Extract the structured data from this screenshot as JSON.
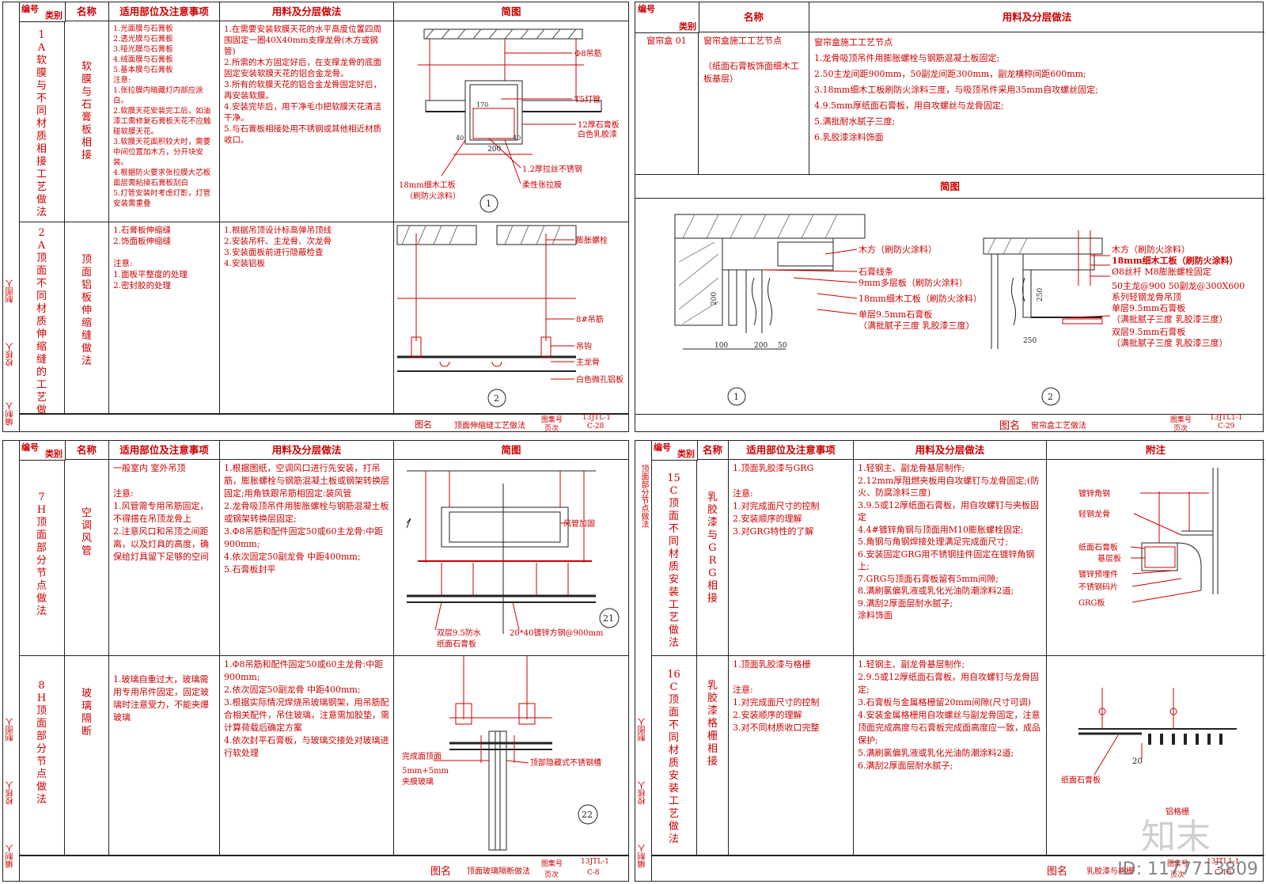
{
  "headers": {
    "num_top": "编号",
    "num_bottom": "类别",
    "name": "名称",
    "scope": "适用部位及注意事项",
    "method": "用料及分层做法",
    "sketch": "简图",
    "appendix": "附注"
  },
  "strip_labels": [
    "制图人",
    "校核人",
    "编制人"
  ],
  "p1": {
    "r1": {
      "num": "1A软膜与不同材质相接工艺做法",
      "name": "软膜与石膏板相接",
      "scope": "1.光面膜与石膏板\n2.透光膜与石膏板\n3.哑光膜与石膏板\n4.绒面膜与石膏板\n5.基本膜与石膏板\n注意:\n1.张拉膜内暗藏灯内部应涂白。\n2.软膜天花安装完工后，如油漆工需修复石膏板天花不应触碰软膜天花。\n3.软膜天花面积较大时，需要中间位置加木方，分开块安装。\n4.根据防火要求张拉膜大芯板面层需粘接石膏板刮白\n5.灯管安装时考虑灯影，灯管安装需重叠",
      "method": "1.在需要安装软膜天花的水平高度位置四周围固定一圈40X40mm支撑龙骨(木方或钢管)\n2.所需的木方固定好后，在支撑龙骨的底面固定安装软膜天花的铝合金龙骨。\n3.所有的软膜天花的铝合金龙骨固定好后，再安装软膜。\n4.安装完毕后，用干净毛巾把软膜天花清洁干净。\n5.与石膏板相接处用不锈钢或其他相近材质收口。",
      "labels": {
        "rod": "Φ8吊筋",
        "t5": "T5灯管",
        "gyp": "12厚石膏板",
        "gyp2": "白色乳胶漆",
        "dim": "200",
        "d40a": "40",
        "d40b": "40",
        "d170": "170",
        "steel": "1.2厚拉丝不锈钢",
        "film": "柔性张拉膜",
        "wood": "18mm细木工板",
        "wood2": "（刷防火涂料）",
        "circ": "1"
      }
    },
    "r2": {
      "num": "2A顶面不同材质伸缩缝的工艺做法",
      "name": "顶面铝板伸缩缝做法",
      "scope": "1.石膏板伸缩缝\n2.饰面板伸缩缝\n\n注意:\n1.面板平整度的处理\n2.密封胶的处理",
      "method": "1.根据吊顶设计标高弹吊顶线\n2.安装吊杆、主龙骨、次龙骨\n3.安装面板前进行隐蔽检查\n4.安装铝板",
      "labels": {
        "bolt": "膨胀螺栓",
        "rod": "8#吊筋",
        "hook": "吊钩",
        "main": "主龙骨",
        "panel": "白色微孔铝板",
        "circ": "2"
      }
    },
    "title": {
      "label": "图名",
      "value": "顶面伸缩缝工艺做法",
      "set_label": "图集号",
      "set": "13JTL-1",
      "page_label": "页次",
      "page": "C-28"
    }
  },
  "p2": {
    "num": "窗帘盒 01",
    "name": "窗帘盒施工工艺节点\n\n（纸面石膏板饰面细木工板基层）",
    "method": "窗帘盒施工工艺节点\n1.龙骨吸顶吊件用膨胀螺栓与钢筋混凝土板固定;\n2.50主龙间距900mm，50副龙间距300mm，副龙横称间距600mm;\n3.18mm细木工板刷防火涂料三度，与吸顶吊件采用35mm自攻螺丝固定;\n4.9.5mm厚纸面石膏板，用自攻螺丝与龙骨固定;\n5.满批耐水腻子三度;\n6.乳胶漆涂料饰面",
    "d1": {
      "l1": "木方（刷防火涂料）",
      "l2": "石膏线条",
      "l3": "9mm多层板（刷防火涂料）",
      "l4": "18mm细木工板（刷防火涂料）",
      "l5": "单层9.5mm石膏板",
      "l6": "（满批腻子三度 乳胶漆三度）",
      "dim1": "100",
      "dim2": "200",
      "dim3": "50",
      "dim4": "200",
      "circ": "1"
    },
    "d2": {
      "l1": "木方（刷防火涂料）",
      "l2": "18mm细木工板（刷防火涂料）",
      "l3": "Ø8丝杆 M8膨胀螺栓固定",
      "l4": "50主龙@900  50副龙@300X600",
      "l5": "系列轻钢龙骨吊顶",
      "l6": "单层9.5mm石膏板",
      "l7": "（满批腻子三度 乳胶漆三度）",
      "l8": "双层9.5mm石膏板",
      "l9": "（满批腻子三度 乳胶漆三度）",
      "dim1": "250",
      "dim2": "250",
      "circ": "2"
    },
    "title": {
      "label": "图名",
      "value": "窗帘盒工艺做法",
      "set_label": "图集号",
      "set": "13JTL1-1",
      "page_label": "页次",
      "page": "C-29"
    }
  },
  "p3": {
    "r1": {
      "num": "7H顶面部分节点做法",
      "name": "空调风管",
      "scope": "一般室内 室外吊顶\n\n注意:\n1.风管需专用吊筋固定，不得搭在吊顶龙骨上\n2.注意风口和吊顶之间距离，以及灯具的高度，确保给灯具留下足够的空间",
      "method": "1.根据图纸，空调风口进行先安装，打吊筋，膨胀螺栓与钢筋混凝土板或钢架转换层固定;用角铁跟吊筋相固定:装风管\n2.龙骨吸顶吊件用膨胀螺栓与钢筋混凝土板或钢架转换层固定;\n3.Φ8吊筋和配件固定50或60主龙骨:中距900mm;\n4.依次固定50副龙骨 中距400mm;\n5.石膏板封平",
      "labels": {
        "reinf": "风管加固",
        "gyp": "双层9.5防水",
        "gyp2": "纸面石膏板",
        "steel": "20*40镀锌方钢@900mm",
        "circ": "21"
      }
    },
    "r2": {
      "num": "8H顶面部分节点做法",
      "name": "玻璃隔断",
      "scope": "1.玻璃自重过大，玻璃需用专用吊件固定，固定玻璃时注意受力，不能夹爆玻璃",
      "method": "1.Φ8吊筋和配件固定50或60主龙骨:中距900mm;\n2.依次固定50副龙骨 中距400mm;\n3.根据实际情况焊烧吊玻璃钢架，用吊筋配合相关配件，吊住玻璃，注意需加胶垫，需计算荷载后确定方案\n4.依次封平石膏板，与玻璃交接处对玻璃进行软处理",
      "labels": {
        "ceiling": "完成面顶面",
        "glass": "5mm+5mm",
        "glass2": "夹膜玻璃",
        "channel": "顶部隐藏式不锈钢槽",
        "circ": "22"
      }
    },
    "title": {
      "label": "图名",
      "value": "顶面玻璃隔断做法",
      "set_label": "图集号",
      "set": "13JTL-1",
      "page_label": "页次",
      "page": "C-8"
    }
  },
  "p4": {
    "strip": "顶面部分节点做法",
    "r1": {
      "num": "15C顶面不同材质安装工艺做法",
      "name": "乳胶漆与GRG相接",
      "scope": "1.顶面乳胶漆与GRG\n\n注意:\n1.对完成面尺寸的控制\n2.安装顺序的理解\n3.对GRG特性的了解",
      "method": "1.轻钢主、副龙骨基层制作;\n2.12mm厚阻燃夹板用自攻螺钉与龙骨固定;(防火、防腐涂料三度)\n3.9.5或12厚纸面石膏板，用自攻螺钉与夹板固定\n4.4#镀锌角钢与顶面用M10膨胀螺栓固定;\n5.角钢与角钢焊接处理满足完成面尺寸;\n6.安装固定GRG用不锈钢挂件固定在镀锌角钢上;\n7.GRG与顶面石膏板留有5mm间隙;\n8.满刷氯偏乳液或乳化光油防潮涂料2道;\n9.满刮2厚面层耐水腻子;\n涂料饰面",
      "labels": {
        "angle": "镀锌角钢",
        "keel": "轻钢龙骨",
        "gyp": "纸面石膏板",
        "base": "基层板",
        "embed": "镀锌预埋件",
        "ss": "不锈钢码片",
        "grg": "GRG板"
      }
    },
    "r2": {
      "num": "16C顶面不同材质安装工艺做法",
      "name": "乳胶漆格栅相接",
      "scope": "1.顶面乳胶漆与格栅\n\n注意:\n1.对完成面尺寸的控制\n2.安装顺序的理解\n3.对不同材质收口完整",
      "method": "1.轻钢主、副龙骨基层制作;\n2.9.5或12厚纸面石膏板，用自攻螺钉与龙骨固定;\n3.石膏板与金属格栅留20mm间隙(尺寸可调)\n4.安装金属格栅用自攻螺丝与副龙骨固定，注意顶面完成高度与石膏板完成面高度应一致，成品保护;\n5.满刷氯偏乳液或乳化光油防潮涂料2道;\n6.满刮2厚面层耐水腻子;",
      "labels": {
        "gyp": "纸面石膏板",
        "dim": "20",
        "grille": "铝格栅"
      }
    },
    "title": {
      "label": "图名",
      "value": "乳胶漆与格栅",
      "set_label": "图集号",
      "set": "13JTL1-1",
      "page_label": "页次",
      "page": "C-16"
    }
  },
  "watermark": {
    "logo": "知末",
    "id": "ID: 1177713809"
  }
}
